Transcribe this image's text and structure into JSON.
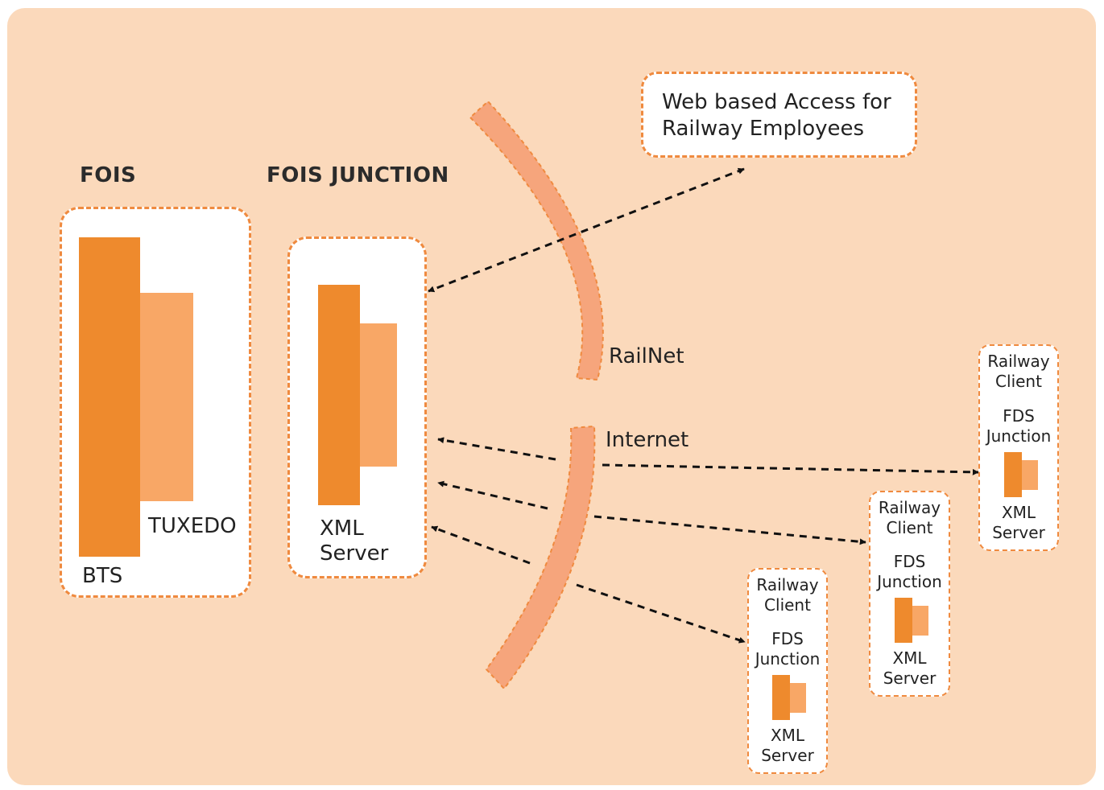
{
  "headings": {
    "fois": "FOIS",
    "fois_junction": "FOIS JUNCTION"
  },
  "fois_box": {
    "bts": "BTS",
    "tuxedo": "TUXEDO"
  },
  "xml_box": {
    "line1": "XML",
    "line2": "Server"
  },
  "web_access": {
    "line1": "Web based Access for",
    "line2": "Railway Employees"
  },
  "networks": {
    "railnet": "RailNet",
    "internet": "Internet"
  },
  "clients": [
    {
      "title1": "Railway",
      "title2": "Client",
      "sub1": "FDS",
      "sub2": "Junction",
      "srv1": "XML",
      "srv2": "Server"
    },
    {
      "title1": "Railway",
      "title2": "Client",
      "sub1": "FDS",
      "sub2": "Junction",
      "srv1": "XML",
      "srv2": "Server"
    },
    {
      "title1": "Railway",
      "title2": "Client",
      "sub1": "FDS",
      "sub2": "Junction",
      "srv1": "XML",
      "srv2": "Server"
    }
  ],
  "colors": {
    "background": "#fbd9bb",
    "accent": "#ee8a2d",
    "accent_light": "#f8a766",
    "network_band": "#f6a57c",
    "border": "#ef8a3f"
  }
}
